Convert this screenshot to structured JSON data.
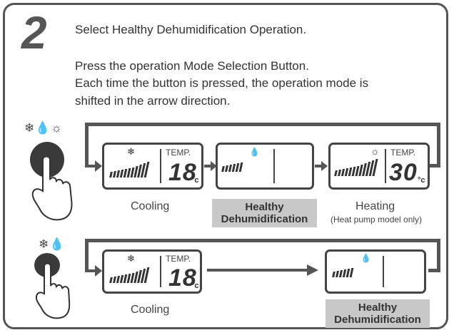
{
  "step": {
    "number": "2",
    "title": "Select Healthy Dehumidification Operation.",
    "instruction_1": "Press the operation Mode Selection Button.",
    "instruction_2": "Each time the button is pressed, the operation mode is",
    "instruction_3": "shifted in the arrow direction."
  },
  "diagram_top": {
    "mode_icons": "❄💧☼",
    "displays": [
      {
        "name": "cooling",
        "mode_icon": "snowflake-icon",
        "temp_label": "TEMP.",
        "temp_value": "18",
        "unit": "°c",
        "caption": "Cooling"
      },
      {
        "name": "healthy-dehumidification",
        "mode_icon": "droplet-icon",
        "caption_line1": "Healthy",
        "caption_line2": "Dehumidification"
      },
      {
        "name": "heating",
        "mode_icon": "sun-icon",
        "temp_label": "TEMP.",
        "temp_value": "30",
        "unit": "°c",
        "caption": "Heating",
        "note": "(Heat pump model only)"
      }
    ]
  },
  "diagram_bottom": {
    "mode_icons": "❄💧",
    "displays": [
      {
        "name": "cooling",
        "mode_icon": "snowflake-icon",
        "temp_label": "TEMP.",
        "temp_value": "18",
        "unit": "°c",
        "caption": "Cooling"
      },
      {
        "name": "healthy-dehumidification",
        "mode_icon": "droplet-icon",
        "caption_line1": "Healthy",
        "caption_line2": "Dehumidification"
      }
    ]
  },
  "colors": {
    "frame": "#555555",
    "highlight": "#c8c8c8",
    "text": "#333333"
  }
}
